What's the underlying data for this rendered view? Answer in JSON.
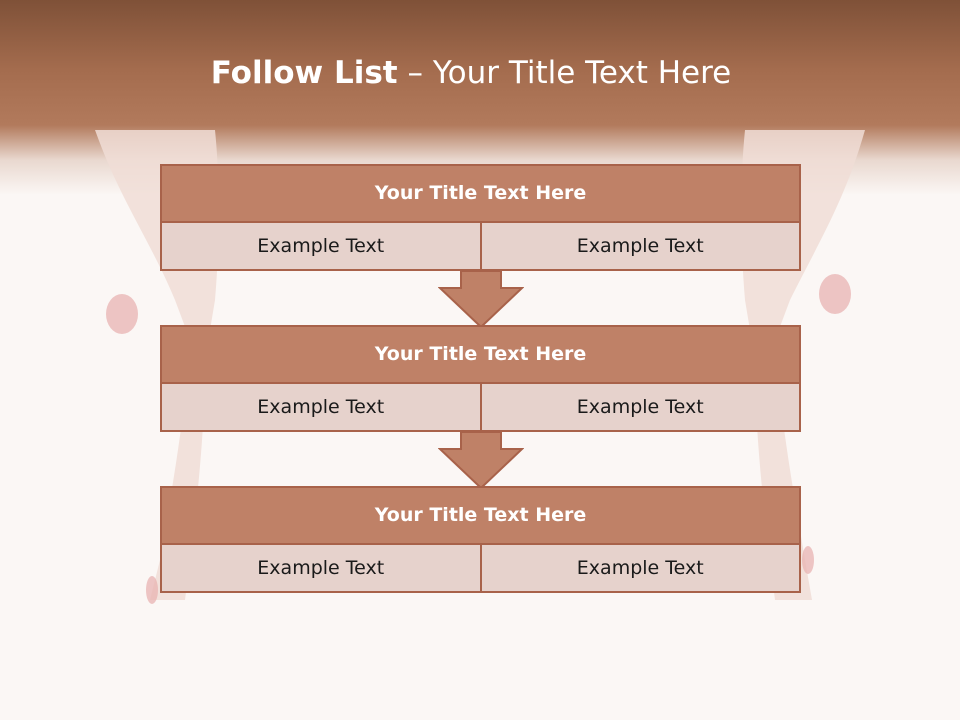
{
  "slide": {
    "title_bold": "Follow List",
    "title_rest": " – Your Title Text Here"
  },
  "blocks": [
    {
      "title": "Your Title Text Here",
      "left": "Example Text",
      "right": "Example Text"
    },
    {
      "title": "Your Title Text Here",
      "left": "Example Text",
      "right": "Example Text"
    },
    {
      "title": "Your Title Text Here",
      "left": "Example Text",
      "right": "Example Text"
    }
  ],
  "colors": {
    "header": "#a46c4e",
    "block_title": "#bf8167",
    "block_cell": "#e6d2cc",
    "border": "#a8624a",
    "background": "#fbf7f5"
  }
}
